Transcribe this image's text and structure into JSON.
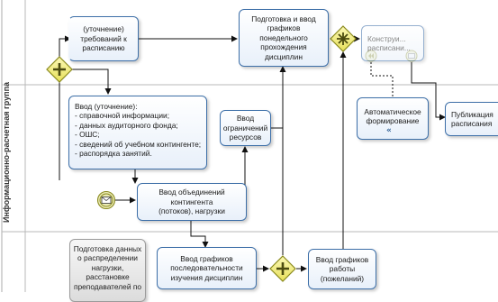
{
  "lane": {
    "label": "Информационно-расчетная группа"
  },
  "tasks": {
    "requirements": [
      "(уточнение)",
      "требований к",
      "расписанию"
    ],
    "weekly_schedule": [
      "Подготовка и ввод",
      "графиков",
      "понедельного",
      "прохождения",
      "дисциплин"
    ],
    "schedule_construct": [
      "Конструи...",
      "расписани..."
    ],
    "input_refinement": [
      "Ввод (уточнение):",
      "- справочной информации;",
      "- данных аудиторного фонда;",
      "- ОШС;",
      "- сведений об учебном контингенте;",
      "- распорядка занятий."
    ],
    "resource_limits": [
      "Ввод",
      "ограничений",
      "ресурсов"
    ],
    "auto_forming": [
      "Автоматическое",
      "формирование"
    ],
    "publish": [
      "Публикация",
      "расписания"
    ],
    "contingent_merge": [
      "Ввод  объединений",
      "контингента",
      "(потоков), нагрузки"
    ],
    "load_prep": [
      "Подготовка данных",
      "о распределении",
      "нагрузки,",
      "расстановке",
      "преподавателей по"
    ],
    "sequence_graphs": [
      "Ввод графиков",
      "последовательности",
      "изучения дисциплин"
    ],
    "work_graphs": [
      "Ввод графиков",
      "работы",
      "(пожеланий)"
    ]
  },
  "icons": {
    "message_event": "envelope-icon",
    "gateway_parallel": "plus-icon",
    "gateway_complex": "asterisk-icon",
    "loop_marker": "double-chevron-left-icon"
  },
  "colors": {
    "task_border": "#3d6fa8",
    "gateway_fill": "#f4f08a",
    "gateway_stroke": "#8a8a1e",
    "event_fill": "#eaeab4",
    "lane_line": "#b9b9b9"
  }
}
